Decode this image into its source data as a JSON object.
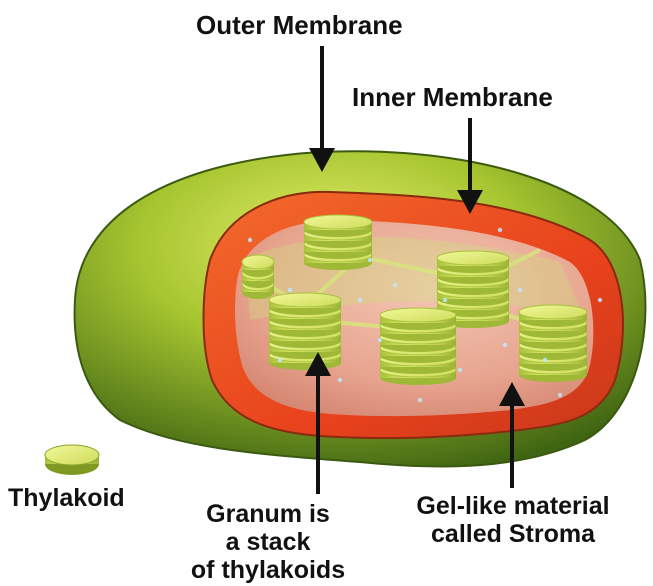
{
  "labels": {
    "outer_membrane": "Outer Membrane",
    "inner_membrane": "Inner Membrane",
    "thylakoid": "Thylakoid",
    "granum": [
      "Granum is",
      "a stack",
      "of thylakoids"
    ],
    "stroma": [
      "Gel-like material",
      "called Stroma"
    ]
  },
  "colors": {
    "outer_membrane": "#9bbb2a",
    "inner_membrane": "#f05a28",
    "stroma": "#e8a090",
    "thylakoid": "#d8e86a",
    "arrow": "#111111"
  }
}
